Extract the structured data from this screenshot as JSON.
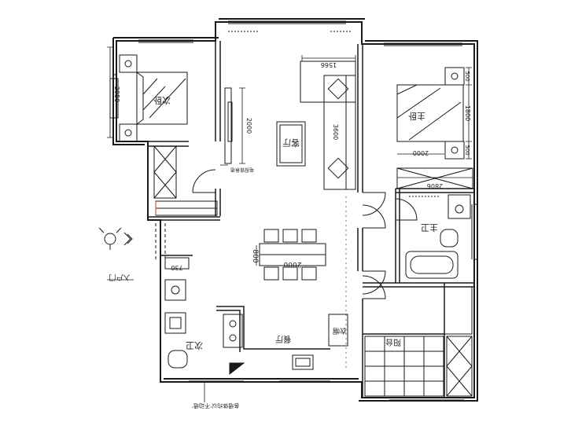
{
  "rooms": {
    "bedroom_left": "次卧",
    "living": "客厅",
    "bedroom_right": "主卧",
    "bath_master": "主卫",
    "bath_guest": "次卫",
    "dining": "餐厅",
    "balcony": "阳台",
    "storage": "衣帽",
    "tv_wall": "电视背景墙"
  },
  "labels": {
    "entrance": "入户门",
    "note": "各墙体均以‘不动墙’"
  },
  "dims": {
    "d_2950": "2950",
    "d_2000_tv": "2000",
    "d_1566": "1566",
    "d_3600": "3600",
    "d_500_top": "500",
    "d_1800": "1800",
    "d_500_bot": "500",
    "d_2000_bed": "2000",
    "d_2806": "2806",
    "d_730": "730",
    "d_800": "800",
    "d_2000_table": "2000"
  },
  "colors": {
    "line": "#1a1a1a",
    "accent_red": "#c0392b"
  }
}
